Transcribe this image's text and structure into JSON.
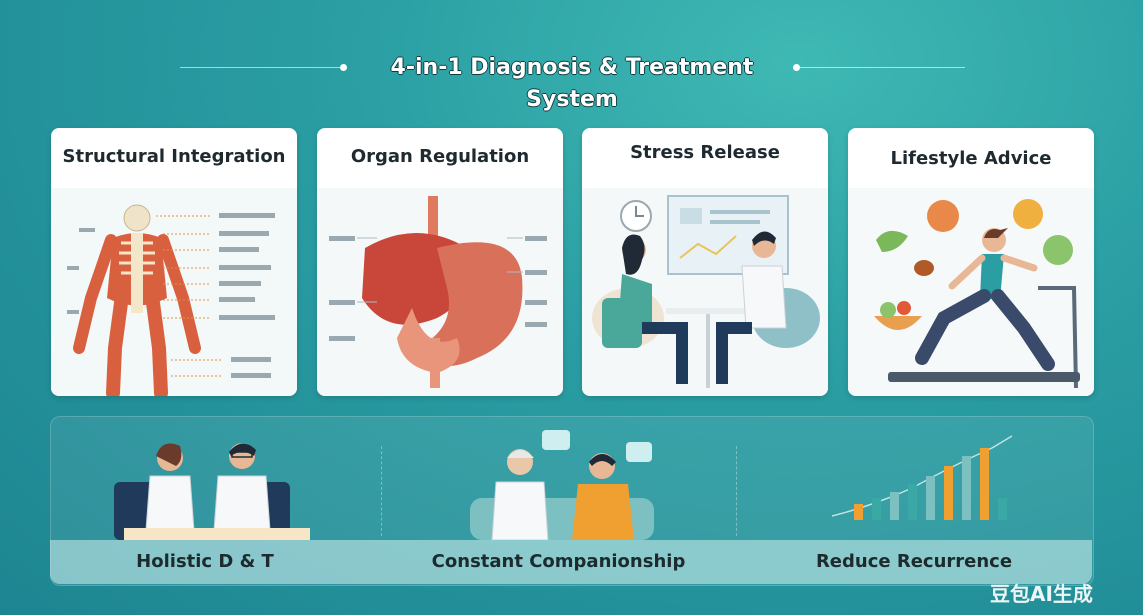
{
  "header": {
    "title": "4-in-1 Diagnosis & Treatment System"
  },
  "cards": [
    {
      "title": "Structural Integration"
    },
    {
      "title": "Organ Regulation"
    },
    {
      "title": "Stress Release"
    },
    {
      "title": "Lifestyle Advice"
    }
  ],
  "bottom": [
    {
      "label": "Holistic D & T"
    },
    {
      "label": "Constant Companionship"
    },
    {
      "label": "Reduce Recurrence"
    }
  ],
  "watermark": "豆包AI生成",
  "colors": {
    "accent": "#2a9ea3",
    "orange": "#f0a030",
    "teal": "#3aa8a4",
    "muscle": "#d9603f"
  }
}
